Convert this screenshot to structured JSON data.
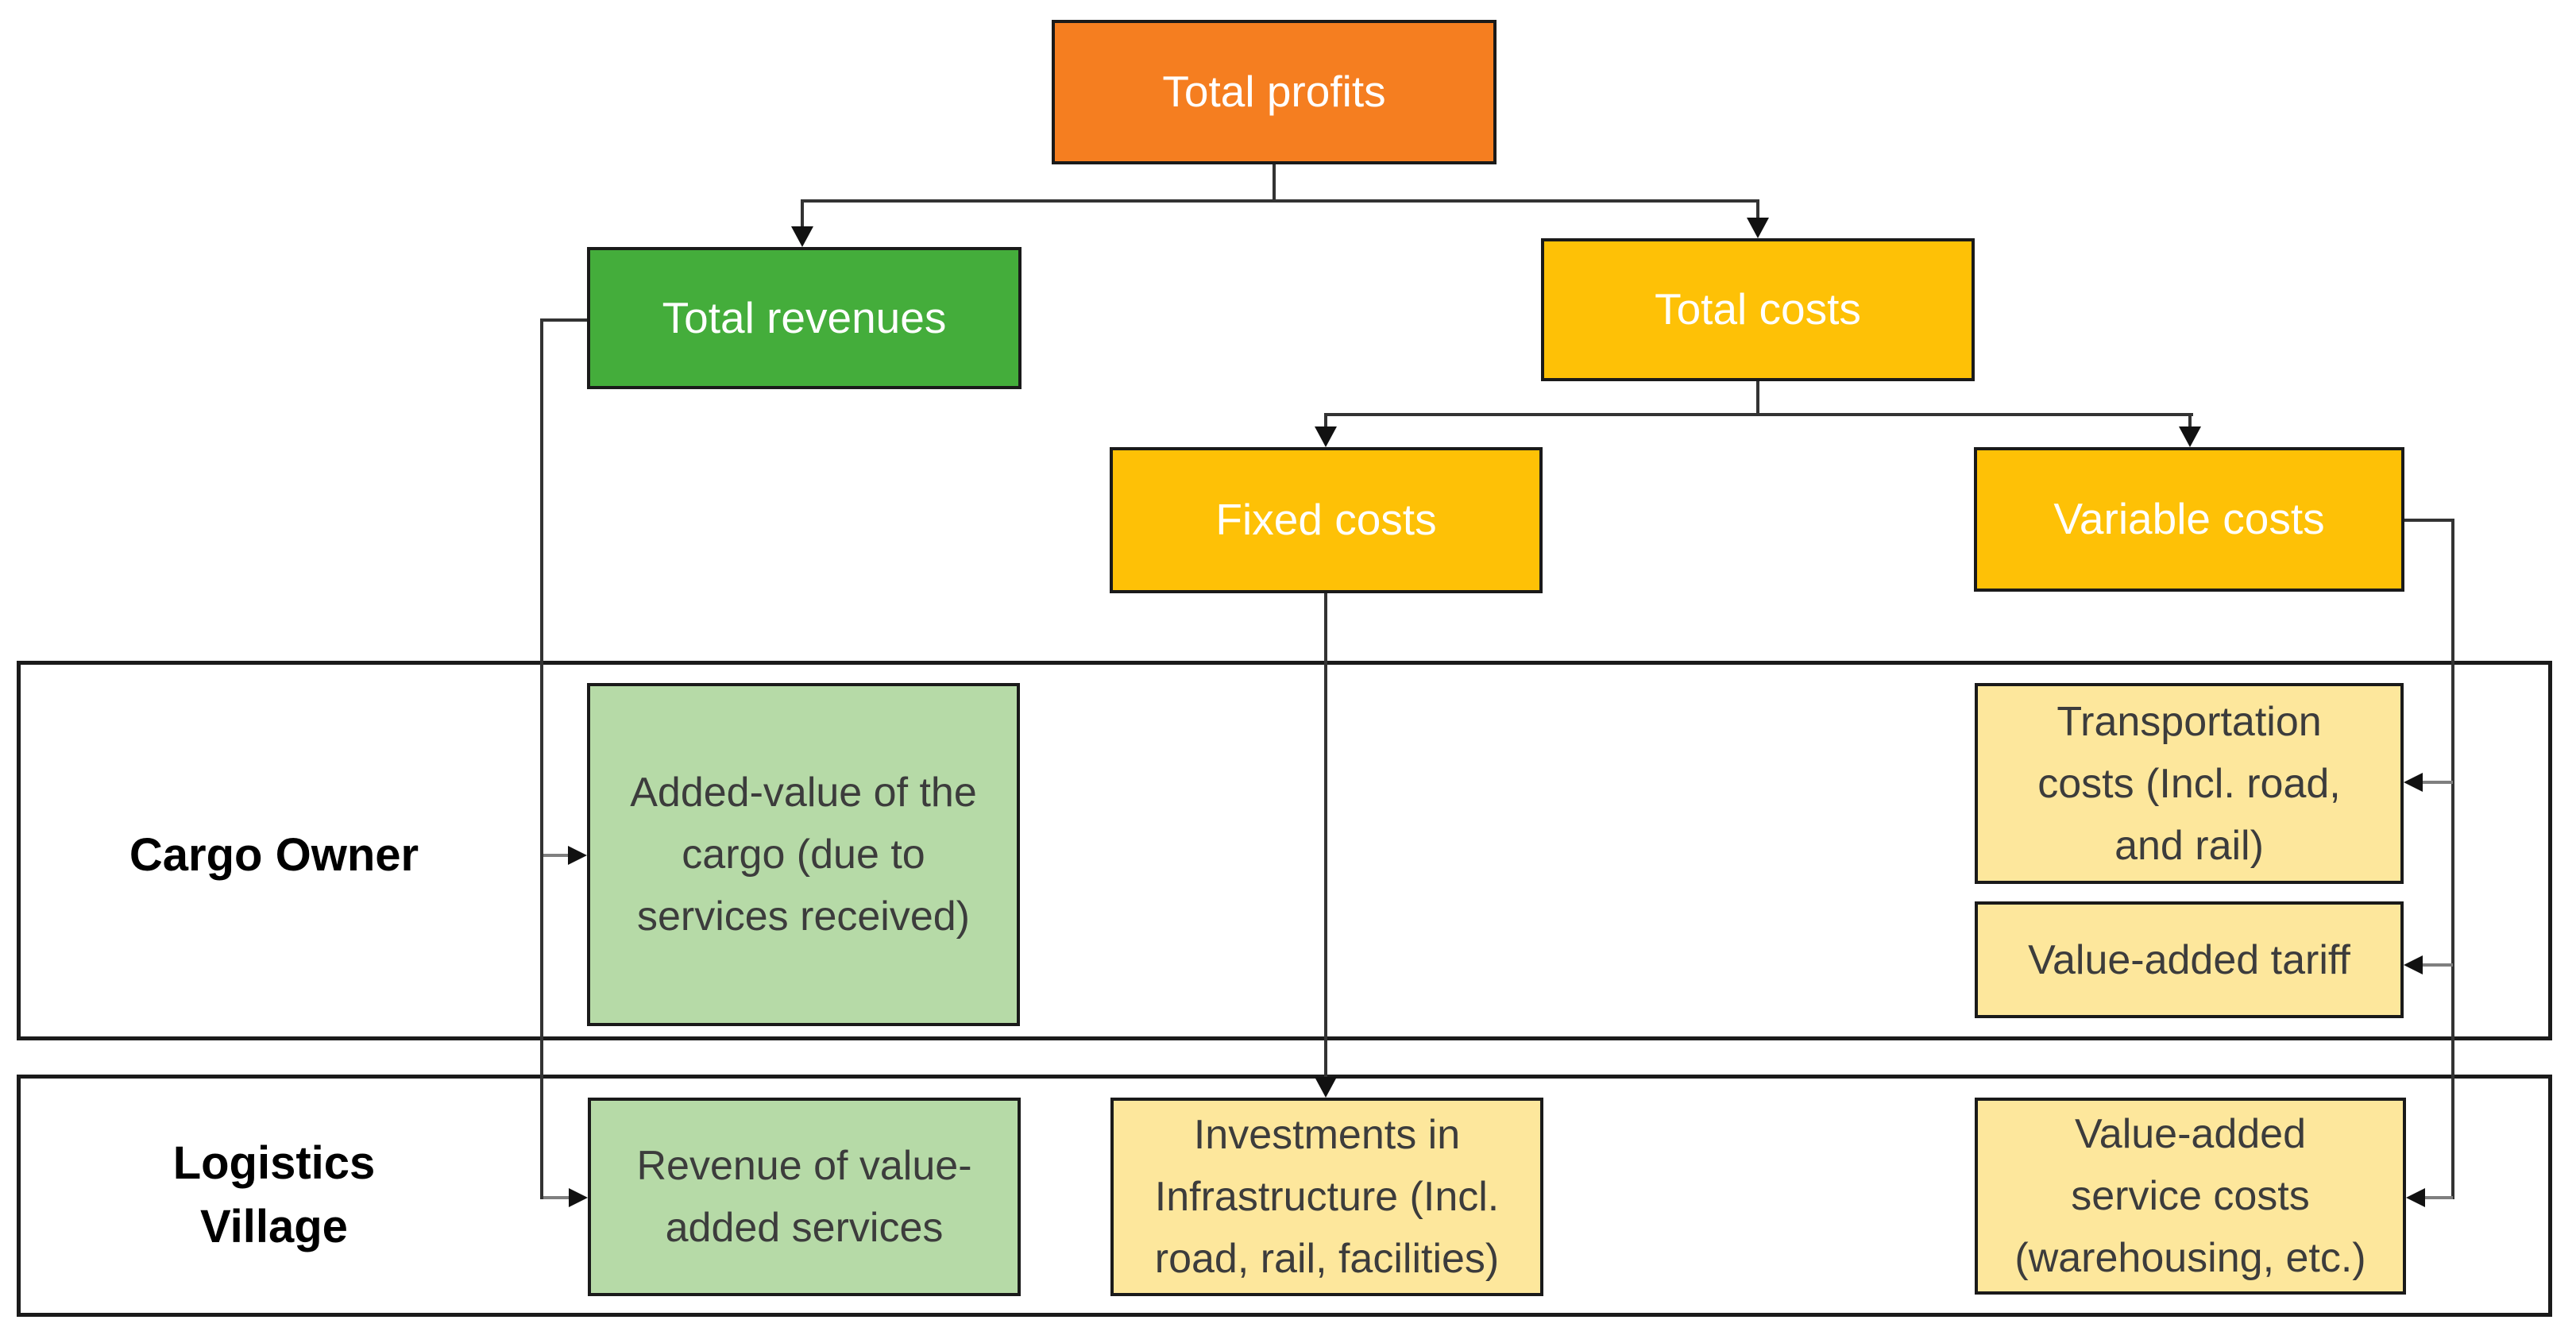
{
  "diagram": {
    "colors": {
      "orange": "#F57E20",
      "green": "#44AD3B",
      "gold": "#FEC106",
      "light_green": "#B6DAA7",
      "light_yellow": "#FDE79C",
      "connector_line": "#333333",
      "node_border": "#1A1A1A",
      "dark_text": "#3C3C3C",
      "light_text": "#FFFFFF"
    },
    "nodes": {
      "total_profits": {
        "label": "Total profits",
        "fill": "#F57E20",
        "text_color": "#FFFFFF"
      },
      "total_revenues": {
        "label": "Total revenues",
        "fill": "#44AD3B",
        "text_color": "#FFFFFF"
      },
      "total_costs": {
        "label": "Total costs",
        "fill": "#FEC106",
        "text_color": "#FFFFFF"
      },
      "fixed_costs": {
        "label": "Fixed costs",
        "fill": "#FEC106",
        "text_color": "#FFFFFF"
      },
      "variable_costs": {
        "label": "Variable costs",
        "fill": "#FEC106",
        "text_color": "#FFFFFF"
      },
      "added_value": {
        "label": "Added-value of the\ncargo (due to\nservices received)",
        "fill": "#B6DAA7",
        "text_color": "#3C3C3C"
      },
      "transportation_costs": {
        "label": "Transportation\ncosts (Incl. road,\nand rail)",
        "fill": "#FDE79C",
        "text_color": "#3C3C3C"
      },
      "value_added_tariff": {
        "label": "Value-added tariff",
        "fill": "#FDE79C",
        "text_color": "#3C3C3C"
      },
      "revenue_vas": {
        "label": "Revenue of value-\nadded services",
        "fill": "#B6DAA7",
        "text_color": "#3C3C3C"
      },
      "investments": {
        "label": "Investments in\nInfrastructure (Incl.\nroad, rail, facilities)",
        "fill": "#FDE79C",
        "text_color": "#3C3C3C"
      },
      "vas_costs": {
        "label": "Value-added\nservice costs\n(warehousing, etc.)",
        "fill": "#FDE79C",
        "text_color": "#3C3C3C"
      }
    },
    "rows": {
      "cargo_owner": {
        "label": "Cargo Owner"
      },
      "logistics_village": {
        "label": "Logistics\nVillage"
      }
    },
    "edges": [
      {
        "from": "Total profits",
        "to": "Total revenues"
      },
      {
        "from": "Total profits",
        "to": "Total costs"
      },
      {
        "from": "Total costs",
        "to": "Fixed costs"
      },
      {
        "from": "Total costs",
        "to": "Variable costs"
      },
      {
        "from": "Total revenues",
        "to": "Added-value of the cargo (due to services received)"
      },
      {
        "from": "Total revenues",
        "to": "Revenue of value-added services"
      },
      {
        "from": "Fixed costs",
        "to": "Investments in Infrastructure (Incl. road, rail, facilities)"
      },
      {
        "from": "Variable costs",
        "to": "Transportation costs (Incl. road, and rail)"
      },
      {
        "from": "Variable costs",
        "to": "Value-added tariff"
      },
      {
        "from": "Variable costs",
        "to": "Value-added service costs (warehousing, etc.)"
      }
    ]
  }
}
